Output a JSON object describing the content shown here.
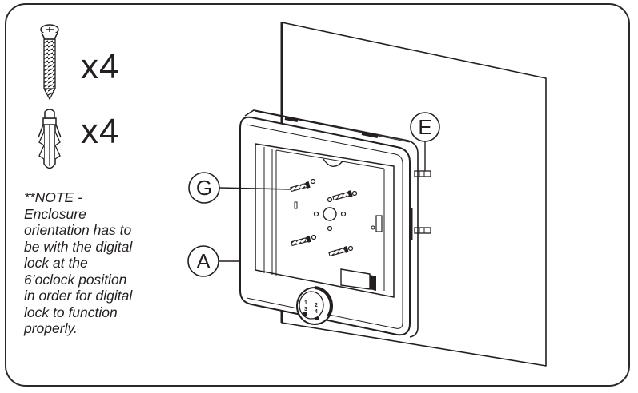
{
  "parts": {
    "screw_qty": "x4",
    "anchor_qty": "x4"
  },
  "note": {
    "text": "**NOTE -\nEnclosure\norientation has to\nbe with the digital\nlock at the\n6’oclock position\nin order for digital\nlock to function\nproperly."
  },
  "callouts": {
    "a": "A",
    "e": "E",
    "g": "G"
  },
  "lock": {
    "digits_left": "1\n3",
    "digits_right": "2\n4"
  },
  "colors": {
    "line": "#231f20",
    "wall": "#ffffff",
    "frame_border": "#2a2a2a"
  }
}
